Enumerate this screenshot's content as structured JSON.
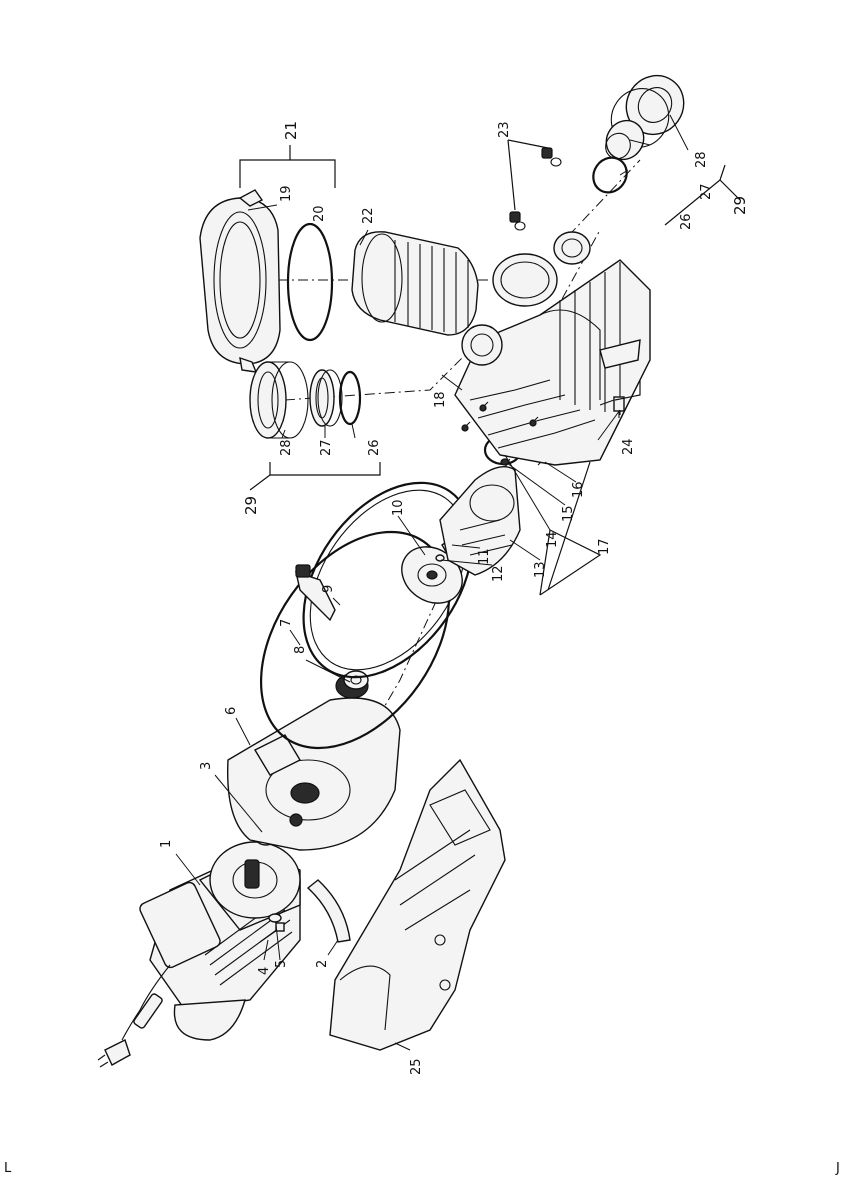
{
  "diagram": {
    "callouts": {
      "c1": "1",
      "c2": "2",
      "c3": "3",
      "c4": "4",
      "c5": "5",
      "c6": "6",
      "c7": "7",
      "c8": "8",
      "c9": "9",
      "c10": "10",
      "c11": "11",
      "c12": "12",
      "c13": "13",
      "c14": "14",
      "c15": "15",
      "c16": "16",
      "c17": "17",
      "c18": "18",
      "c19": "19",
      "c20": "20",
      "c21": "21",
      "c22": "22",
      "c23": "23",
      "c24": "24",
      "c25": "25",
      "c26a": "26",
      "c27a": "27",
      "c28a": "28",
      "c29a": "29",
      "c26b": "26",
      "c27b": "27",
      "c28b": "28",
      "c29b": "29"
    },
    "page_marks": {
      "left": "L",
      "right": "J"
    }
  }
}
